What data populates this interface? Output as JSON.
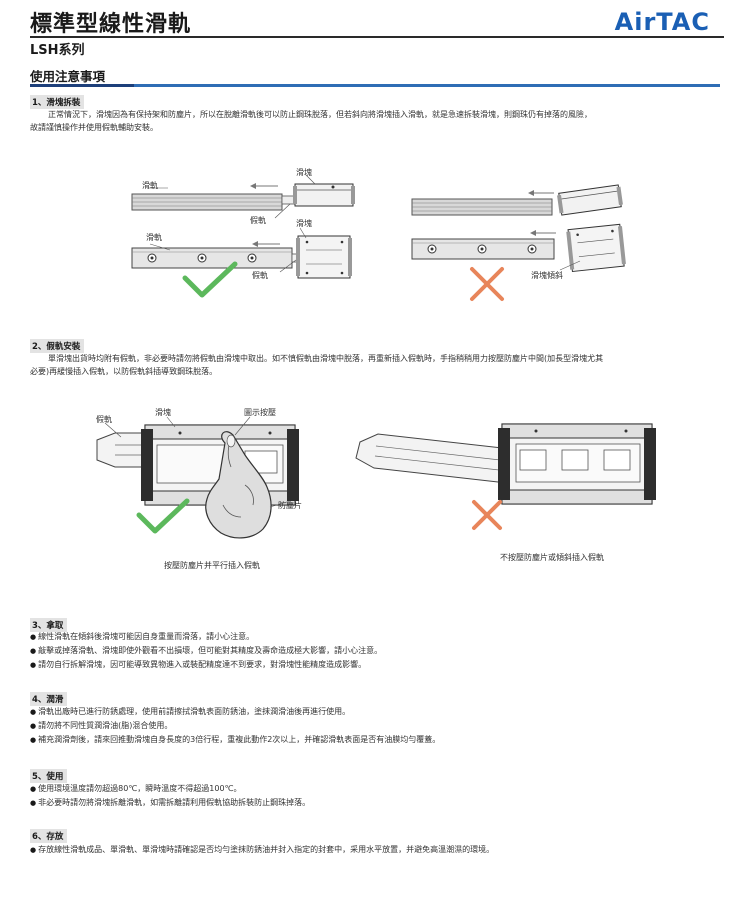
{
  "header": {
    "title": "標準型線性滑軌",
    "brand": "AirTAC",
    "series": "LSH系列",
    "section": "使用注意事項"
  },
  "sections": [
    {
      "heading": "1、滑塊拆裝",
      "paragraph_lines": [
        "正常情況下，滑塊因為有保持架和防塵片，所以在脫離滑軌後可以防止鋼珠脫落，但若斜向將滑塊插入滑軌，就是急速拆裝滑塊，則鋼珠仍有掉落的風險，",
        "故請謹慎操作并使用假軌輔助安裝。"
      ],
      "labels": {
        "rail_top": "滑軌",
        "block_top": "滑塊",
        "dummy_top": "假軌",
        "rail_bottom": "滑軌",
        "block_bottom": "滑塊",
        "dummy_bottom": "假軌",
        "block_tilted": "滑塊傾斜"
      }
    },
    {
      "heading": "2、假軌安裝",
      "paragraph_lines": [
        "單滑塊出貨時均附有假軌，非必要時請勿將假軌由滑塊中取出。如不慎假軌由滑塊中脫落，再重新插入假軌時，手指稍稍用力按壓防塵片中間(加長型滑塊尤其",
        "必要)再緩慢插入假軌，以防假軌斜插導致鋼珠脫落。"
      ],
      "labels": {
        "dummy": "假軌",
        "block": "滑塊",
        "press": "圖示按壓",
        "seal": "防塵片"
      },
      "caption_ok": "按壓防塵片并平行插入假軌",
      "caption_ng": "不按壓防塵片或傾斜插入假軌"
    },
    {
      "heading": "3、拿取",
      "bullets": [
        "線性滑軌在傾斜後滑塊可能因自身重量而滑落，請小心注意。",
        "敲擊或掉落滑軌、滑塊即使外觀看不出損壞，但可能對其精度及壽命造成極大影響，請小心注意。",
        "請勿自行拆解滑塊，因可能導致異物進入或裝配精度達不到要求，對滑塊性能精度造成影響。"
      ]
    },
    {
      "heading": "4、潤滑",
      "bullets": [
        "滑軌出廠時已進行防銹處理，使用前請擦拭滑軌表面防銹油，塗抹潤滑油後再進行使用。",
        "請勿將不同性質潤滑油(脂)混合使用。",
        "補充潤滑劑後，請來回推動滑塊自身長度的3倍行程，重複此動作2次以上，并確認滑軌表面是否有油膜均勻覆蓋。"
      ]
    },
    {
      "heading": "5、使用",
      "bullets": [
        "使用環境溫度請勿超過80℃，瞬時溫度不得超過100℃。",
        "非必要時請勿將滑塊拆離滑軌，如需拆離請利用假軌協助拆裝防止鋼珠掉落。"
      ]
    },
    {
      "heading": "6、存放",
      "bullets": [
        "存放線性滑軌成品、單滑軌、單滑塊時請確認是否均勻塗抹防銹油并封入指定的封套中，采用水平放置，并避免高溫潮濕的環境。"
      ]
    }
  ],
  "colors": {
    "brand": "#1a5fb4",
    "section_rule": "#2f6db5",
    "ok": "#5cb85c",
    "ng": "#e8855a",
    "arrow": "#777777"
  },
  "icons": {
    "ok": "check-icon",
    "ng": "cross-icon",
    "bullet": "bullet-icon"
  }
}
